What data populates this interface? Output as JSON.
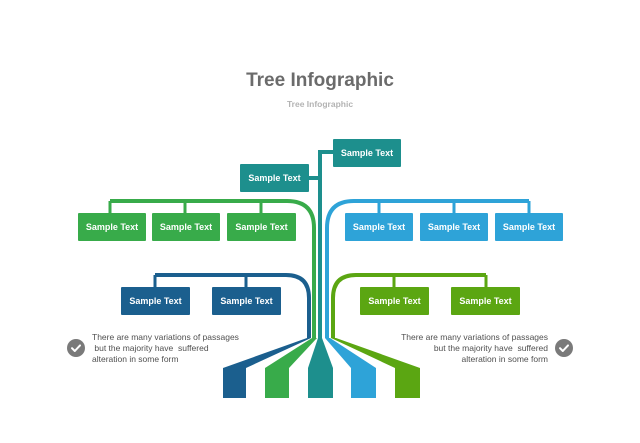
{
  "header": {
    "title": "Tree Infographic",
    "subtitle": "Tree Infographic"
  },
  "nodes": {
    "trunk_top": "Sample Text",
    "trunk_left": "Sample Text",
    "green_1": "Sample Text",
    "green_2": "Sample Text",
    "green_3": "Sample Text",
    "blue_1": "Sample Text",
    "blue_2": "Sample Text",
    "blue_3": "Sample Text",
    "navy_1": "Sample Text",
    "navy_2": "Sample Text",
    "lime_1": "Sample Text",
    "lime_2": "Sample Text"
  },
  "notes": {
    "left": [
      "There are many variations of passages",
      " but the majority have  suffered",
      "alteration in some form"
    ],
    "right": [
      "There are many variations of passages",
      "but the majority have  suffered",
      "alteration in some form"
    ]
  },
  "icons": {
    "note_left": "check-circle-icon",
    "note_right": "check-circle-icon"
  },
  "colors": {
    "teal": "#1d8f8d",
    "green": "#38ab4a",
    "blue": "#2ea3d8",
    "navy": "#1b5f8e",
    "lime": "#5ba612",
    "title": "#6b6b6b",
    "subtitle": "#b3b3b3"
  }
}
